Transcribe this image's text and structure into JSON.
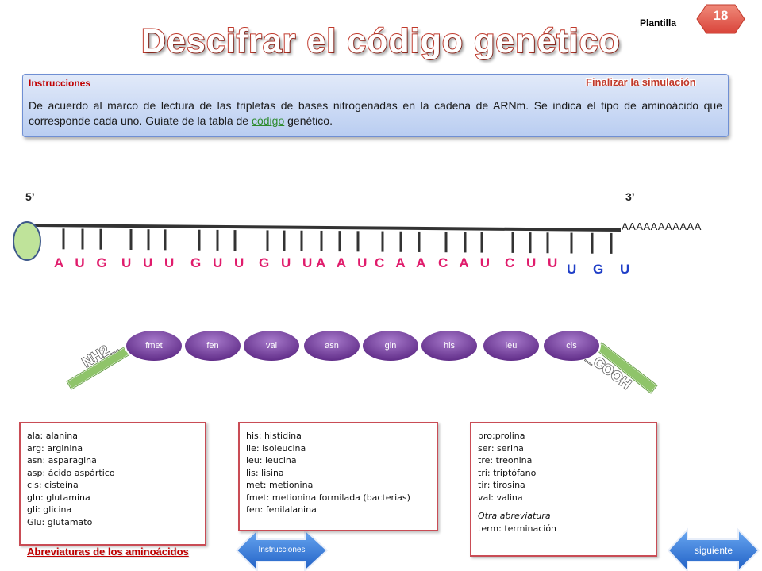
{
  "header": {
    "title": "Descifrar el código genético",
    "template_label": "Plantilla",
    "badge_number": "18"
  },
  "instructions": {
    "heading": "Instrucciones",
    "finish_label": "Finalizar la simulación",
    "text_before": "De acuerdo al marco de lectura de las tripletas de bases nitrogenadas en la cadena de ARNm. Se indica el tipo de aminoácido que corresponde cada uno. Guíate de la tabla de ",
    "link_text": "código",
    "text_after": " genético."
  },
  "mrna": {
    "five_prime": "5’",
    "three_prime": "3’",
    "poly_a": "AAAAAAAAAAA",
    "codons": [
      "A U G",
      "U U U",
      "G U U",
      "G U U",
      "A A U",
      "C A A",
      "C A U",
      "C U U"
    ],
    "stop_codon": "U G U"
  },
  "peptide": {
    "n_terminus": "NH2_",
    "c_terminus": "_COOH",
    "amino_acids": [
      "fmet",
      "fen",
      "val",
      "asn",
      "gln",
      "his",
      "leu",
      "cis"
    ]
  },
  "abbreviations": {
    "title": "Abreviaturas de los aminoácidos",
    "col1": [
      "ala: alanina",
      "arg: arginina",
      "asn: asparagina",
      "asp: ácido aspártico",
      "cis: cisteína",
      "gln: glutamina",
      "gli: glicina",
      "Glu: glutamato"
    ],
    "col2": [
      "his: histidina",
      "ile: isoleucina",
      "leu: leucina",
      "lis: lisina",
      "met: metionina",
      "fmet: metionina formilada (bacterias)",
      "fen: fenilalanina"
    ],
    "col3": [
      "pro:prolina",
      "ser: serina",
      "tre: treonina",
      "tri: triptófano",
      "tir: tirosina",
      "val: valina"
    ],
    "col3_italic": "Otra abreviatura",
    "col3_last": "term: terminación"
  },
  "nav": {
    "instructions_button": "Instrucciones",
    "next_button": "siguiente"
  },
  "colors": {
    "title_stroke": "#c0392b",
    "codon": "#e01c6c",
    "stop_codon": "#1f3ec7",
    "amino_acid_bead": "#7b3fa6",
    "terminus_strip": "#8fc46a",
    "abbr_border": "#c94c55",
    "nav_button": "#2f6fd6"
  }
}
